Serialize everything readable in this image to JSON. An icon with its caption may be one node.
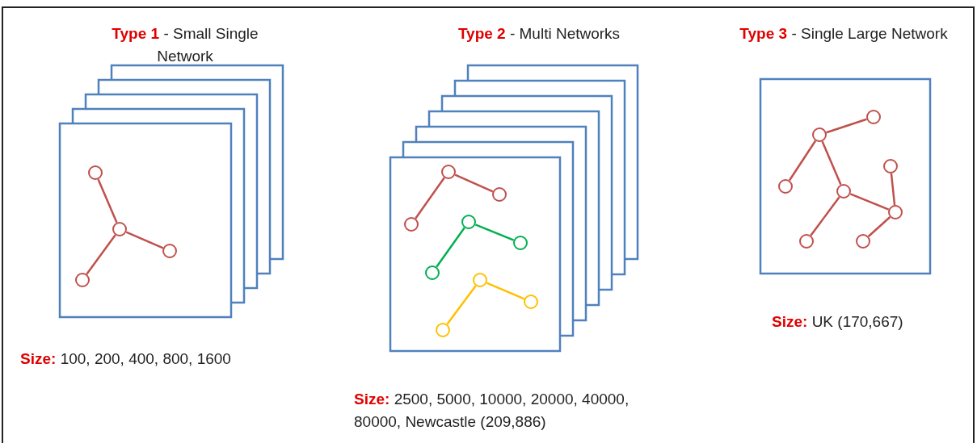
{
  "diagram": {
    "nodes": [
      {
        "text": [],
        "shape": "circle"
      },
      {
        "text": [],
        "shape": "circle"
      },
      {
        "text": [],
        "shape": "circle"
      },
      {
        "text": [],
        "shape": "circle"
      },
      {
        "text": [],
        "shape": "circle"
      },
      {
        "text": [],
        "shape": "circle"
      },
      {
        "text": [],
        "shape": "circle"
      },
      {
        "text": [],
        "shape": "circle"
      },
      {
        "text": [],
        "shape": "circle"
      },
      {
        "text": [],
        "shape": "circle"
      },
      {
        "text": [],
        "shape": "circle"
      },
      {
        "text": [],
        "shape": "circle"
      },
      {
        "text": [],
        "shape": "circle"
      },
      {
        "text": [],
        "shape": "circle"
      },
      {
        "text": [],
        "shape": "circle"
      },
      {
        "text": [],
        "shape": "circle"
      },
      {
        "text": [],
        "shape": "circle"
      },
      {
        "text": [],
        "shape": "circle"
      },
      {
        "text": [],
        "shape": "circle"
      },
      {
        "text": [],
        "shape": "circle"
      },
      {
        "text": [],
        "shape": "circle"
      }
    ],
    "edges": [
      {
        "from": 0,
        "to": 1,
        "arrow": "none"
      },
      {
        "from": 1,
        "to": 2,
        "arrow": "none"
      },
      {
        "from": 1,
        "to": 3,
        "arrow": "none"
      },
      {
        "from": 4,
        "to": 5,
        "arrow": "none"
      },
      {
        "from": 4,
        "to": 6,
        "arrow": "none"
      },
      {
        "from": 7,
        "to": 8,
        "arrow": "none",
        "color": "#00b050"
      },
      {
        "from": 7,
        "to": 9,
        "arrow": "none",
        "color": "#00b050"
      },
      {
        "from": 10,
        "to": 11,
        "arrow": "none",
        "color": "#ffc000"
      },
      {
        "from": 10,
        "to": 12,
        "arrow": "none",
        "color": "#ffc000"
      },
      {
        "from": 13,
        "to": 14,
        "arrow": "none"
      },
      {
        "from": 13,
        "to": 15,
        "arrow": "none"
      },
      {
        "from": 13,
        "to": 16,
        "arrow": "none"
      },
      {
        "from": 16,
        "to": 19,
        "arrow": "none"
      },
      {
        "from": 16,
        "to": 18,
        "arrow": "none"
      },
      {
        "from": 18,
        "to": 17,
        "arrow": "none"
      },
      {
        "from": 18,
        "to": 20,
        "arrow": "none"
      }
    ],
    "labels": [
      "**Type 1** - Small Single Network",
      "**Type 2** - Multi Networks",
      "**Type 3** - Single Large Network",
      "**Size:** 100, 200, 400, 800, 1600",
      "**Size:** UK (170,667)",
      "**Size:** 2500, 5000, 10000, 20000, 40000, 80000, Newcastle (209,886)"
    ]
  }
}
